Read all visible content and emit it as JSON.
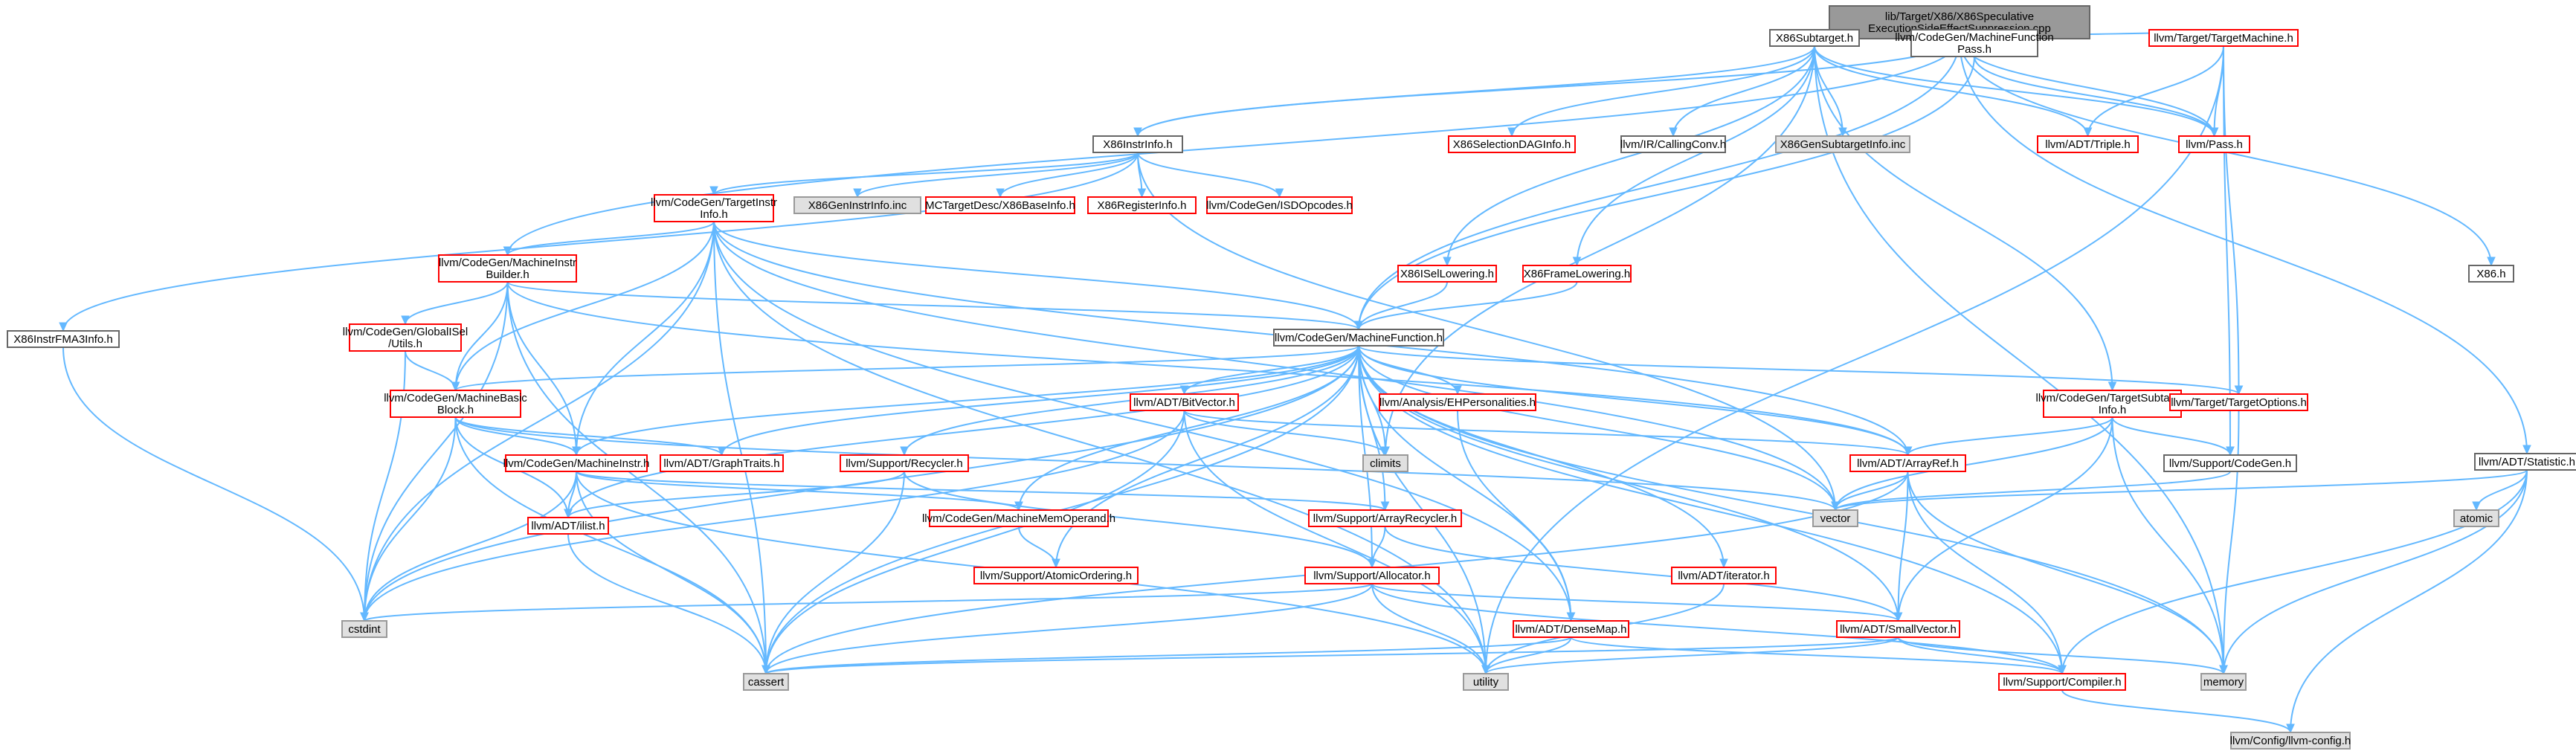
{
  "colors": {
    "edge": "#63b8ff",
    "root_fill": "#999999",
    "root_border": "#666666",
    "red_border": "#ff0000",
    "gray_fill": "#e0e0e0",
    "gray_border": "#999999",
    "plain_border": "#666666",
    "background": "#ffffff"
  },
  "nodes": {
    "root": {
      "lines": [
        "lib/Target/X86/X86Speculative",
        "ExecutionSideEffectSuppression.cpp"
      ],
      "style": "root"
    },
    "x86subtarget": {
      "lines": [
        "X86Subtarget.h"
      ],
      "style": "plain"
    },
    "mfpass": {
      "lines": [
        "llvm/CodeGen/MachineFunction",
        "Pass.h"
      ],
      "style": "plain"
    },
    "targetmachine": {
      "lines": [
        "llvm/Target/TargetMachine.h"
      ],
      "style": "red"
    },
    "x86instrinfo": {
      "lines": [
        "X86InstrInfo.h"
      ],
      "style": "plain"
    },
    "x86instrfma3": {
      "lines": [
        "X86InstrFMA3Info.h"
      ],
      "style": "plain"
    },
    "targetinstrinfo": {
      "lines": [
        "llvm/CodeGen/TargetInstr",
        "Info.h"
      ],
      "style": "red"
    },
    "x86geninstrinfo": {
      "lines": [
        "X86GenInstrInfo.inc"
      ],
      "style": "gray"
    },
    "mctarget": {
      "lines": [
        "MCTargetDesc/X86BaseInfo.h"
      ],
      "style": "red"
    },
    "x86reginfo": {
      "lines": [
        "X86RegisterInfo.h"
      ],
      "style": "red"
    },
    "isdopcodes": {
      "lines": [
        "llvm/CodeGen/ISDOpcodes.h"
      ],
      "style": "red"
    },
    "x86seldag": {
      "lines": [
        "X86SelectionDAGInfo.h"
      ],
      "style": "red"
    },
    "callingconv": {
      "lines": [
        "llvm/IR/CallingConv.h"
      ],
      "style": "plain"
    },
    "x86gensub": {
      "lines": [
        "X86GenSubtargetInfo.inc"
      ],
      "style": "gray"
    },
    "triple": {
      "lines": [
        "llvm/ADT/Triple.h"
      ],
      "style": "red"
    },
    "pass": {
      "lines": [
        "llvm/Pass.h"
      ],
      "style": "red"
    },
    "x86h": {
      "lines": [
        "X86.h"
      ],
      "style": "plain"
    },
    "mibuilder": {
      "lines": [
        "llvm/CodeGen/MachineInstr",
        "Builder.h"
      ],
      "style": "red"
    },
    "x86isel": {
      "lines": [
        "X86ISelLowering.h"
      ],
      "style": "red"
    },
    "x86frame": {
      "lines": [
        "X86FrameLowering.h"
      ],
      "style": "red"
    },
    "globalisel": {
      "lines": [
        "llvm/CodeGen/GlobalISel",
        "/Utils.h"
      ],
      "style": "red"
    },
    "machinefunction": {
      "lines": [
        "llvm/CodeGen/MachineFunction.h"
      ],
      "style": "plain"
    },
    "mbb": {
      "lines": [
        "llvm/CodeGen/MachineBasic",
        "Block.h"
      ],
      "style": "red"
    },
    "bitvector": {
      "lines": [
        "llvm/ADT/BitVector.h"
      ],
      "style": "red"
    },
    "ehpers": {
      "lines": [
        "llvm/Analysis/EHPersonalities.h"
      ],
      "style": "red"
    },
    "targetsubtarget": {
      "lines": [
        "llvm/CodeGen/TargetSubtarget",
        "Info.h"
      ],
      "style": "red"
    },
    "targetoptions": {
      "lines": [
        "llvm/Target/TargetOptions.h"
      ],
      "style": "red"
    },
    "statistic": {
      "lines": [
        "llvm/ADT/Statistic.h"
      ],
      "style": "plain"
    },
    "machineinstr": {
      "lines": [
        "llvm/CodeGen/MachineInstr.h"
      ],
      "style": "red"
    },
    "graphtraits": {
      "lines": [
        "llvm/ADT/GraphTraits.h"
      ],
      "style": "red"
    },
    "recycler": {
      "lines": [
        "llvm/Support/Recycler.h"
      ],
      "style": "red"
    },
    "climits": {
      "lines": [
        "climits"
      ],
      "style": "gray"
    },
    "arrayref": {
      "lines": [
        "llvm/ADT/ArrayRef.h"
      ],
      "style": "red"
    },
    "codegen": {
      "lines": [
        "llvm/Support/CodeGen.h"
      ],
      "style": "plain"
    },
    "vector": {
      "lines": [
        "vector"
      ],
      "style": "gray"
    },
    "atomic": {
      "lines": [
        "atomic"
      ],
      "style": "gray"
    },
    "ilist": {
      "lines": [
        "llvm/ADT/ilist.h"
      ],
      "style": "red"
    },
    "mmo": {
      "lines": [
        "llvm/CodeGen/MachineMemOperand.h"
      ],
      "style": "red"
    },
    "arrayrecycler": {
      "lines": [
        "llvm/Support/ArrayRecycler.h"
      ],
      "style": "red"
    },
    "atomicordering": {
      "lines": [
        "llvm/Support/AtomicOrdering.h"
      ],
      "style": "red"
    },
    "allocator": {
      "lines": [
        "llvm/Support/Allocator.h"
      ],
      "style": "red"
    },
    "iterator": {
      "lines": [
        "llvm/ADT/iterator.h"
      ],
      "style": "red"
    },
    "cstdint": {
      "lines": [
        "cstdint"
      ],
      "style": "gray"
    },
    "densemap": {
      "lines": [
        "llvm/ADT/DenseMap.h"
      ],
      "style": "red"
    },
    "smallvector": {
      "lines": [
        "llvm/ADT/SmallVector.h"
      ],
      "style": "red"
    },
    "cassert": {
      "lines": [
        "cassert"
      ],
      "style": "gray"
    },
    "utility": {
      "lines": [
        "utility"
      ],
      "style": "gray"
    },
    "compiler": {
      "lines": [
        "llvm/Support/Compiler.h"
      ],
      "style": "red"
    },
    "memory": {
      "lines": [
        "memory"
      ],
      "style": "gray"
    },
    "llvmconfig": {
      "lines": [
        "llvm/Config/llvm-config.h"
      ],
      "style": "gray"
    }
  },
  "edges": [
    [
      "root",
      "x86subtarget"
    ],
    [
      "root",
      "mfpass"
    ],
    [
      "root",
      "targetmachine"
    ],
    [
      "root",
      "x86instrinfo"
    ],
    [
      "root",
      "pass"
    ],
    [
      "root",
      "x86h"
    ],
    [
      "root",
      "mibuilder"
    ],
    [
      "root",
      "machinefunction"
    ],
    [
      "root",
      "statistic"
    ],
    [
      "x86subtarget",
      "x86instrinfo"
    ],
    [
      "x86subtarget",
      "x86seldag"
    ],
    [
      "x86subtarget",
      "callingconv"
    ],
    [
      "x86subtarget",
      "x86gensub"
    ],
    [
      "x86subtarget",
      "triple"
    ],
    [
      "x86subtarget",
      "pass"
    ],
    [
      "x86subtarget",
      "x86isel"
    ],
    [
      "x86subtarget",
      "x86frame"
    ],
    [
      "x86subtarget",
      "targetsubtarget"
    ],
    [
      "x86subtarget",
      "climits"
    ],
    [
      "x86subtarget",
      "memory"
    ],
    [
      "mfpass",
      "machinefunction"
    ],
    [
      "mfpass",
      "pass"
    ],
    [
      "targetmachine",
      "triple"
    ],
    [
      "targetmachine",
      "pass"
    ],
    [
      "targetmachine",
      "targetoptions"
    ],
    [
      "targetmachine",
      "codegen"
    ],
    [
      "targetmachine",
      "utility"
    ],
    [
      "x86instrinfo",
      "x86instrfma3"
    ],
    [
      "x86instrinfo",
      "targetinstrinfo"
    ],
    [
      "x86instrinfo",
      "x86geninstrinfo"
    ],
    [
      "x86instrinfo",
      "mctarget"
    ],
    [
      "x86instrinfo",
      "x86reginfo"
    ],
    [
      "x86instrinfo",
      "isdopcodes"
    ],
    [
      "x86instrinfo",
      "vector"
    ],
    [
      "x86instrfma3",
      "cstdint"
    ],
    [
      "targetinstrinfo",
      "mibuilder"
    ],
    [
      "targetinstrinfo",
      "machinefunction"
    ],
    [
      "targetinstrinfo",
      "mbb"
    ],
    [
      "targetinstrinfo",
      "machineinstr"
    ],
    [
      "targetinstrinfo",
      "arrayref"
    ],
    [
      "targetinstrinfo",
      "densemap"
    ],
    [
      "targetinstrinfo",
      "cstdint"
    ],
    [
      "targetinstrinfo",
      "cassert"
    ],
    [
      "targetinstrinfo",
      "utility"
    ],
    [
      "targetinstrinfo",
      "vector"
    ],
    [
      "mibuilder",
      "globalisel"
    ],
    [
      "mibuilder",
      "machinefunction"
    ],
    [
      "mibuilder",
      "mbb"
    ],
    [
      "mibuilder",
      "machineinstr"
    ],
    [
      "mibuilder",
      "arrayref"
    ],
    [
      "mibuilder",
      "cstdint"
    ],
    [
      "mibuilder",
      "cassert"
    ],
    [
      "x86isel",
      "machinefunction"
    ],
    [
      "x86frame",
      "machinefunction"
    ],
    [
      "globalisel",
      "mbb"
    ],
    [
      "globalisel",
      "cstdint"
    ],
    [
      "machinefunction",
      "mbb"
    ],
    [
      "machinefunction",
      "machineinstr"
    ],
    [
      "machinefunction",
      "bitvector"
    ],
    [
      "machinefunction",
      "ehpers"
    ],
    [
      "machinefunction",
      "graphtraits"
    ],
    [
      "machinefunction",
      "recycler"
    ],
    [
      "machinefunction",
      "arrayref"
    ],
    [
      "machinefunction",
      "ilist"
    ],
    [
      "machinefunction",
      "mmo"
    ],
    [
      "machinefunction",
      "arrayrecycler"
    ],
    [
      "machinefunction",
      "atomicordering"
    ],
    [
      "machinefunction",
      "allocator"
    ],
    [
      "machinefunction",
      "iterator"
    ],
    [
      "machinefunction",
      "densemap"
    ],
    [
      "machinefunction",
      "smallvector"
    ],
    [
      "machinefunction",
      "compiler"
    ],
    [
      "machinefunction",
      "targetoptions"
    ],
    [
      "machinefunction",
      "cassert"
    ],
    [
      "machinefunction",
      "cstdint"
    ],
    [
      "machinefunction",
      "memory"
    ],
    [
      "machinefunction",
      "utility"
    ],
    [
      "machinefunction",
      "vector"
    ],
    [
      "machinefunction",
      "climits"
    ],
    [
      "mbb",
      "machineinstr"
    ],
    [
      "mbb",
      "graphtraits"
    ],
    [
      "mbb",
      "ilist"
    ],
    [
      "mbb",
      "cstdint"
    ],
    [
      "mbb",
      "cassert"
    ],
    [
      "mbb",
      "vector"
    ],
    [
      "bitvector",
      "arrayref"
    ],
    [
      "bitvector",
      "climits"
    ],
    [
      "bitvector",
      "cassert"
    ],
    [
      "bitvector",
      "utility"
    ],
    [
      "bitvector",
      "cstdint"
    ],
    [
      "ehpers",
      "densemap"
    ],
    [
      "targetsubtarget",
      "arrayref"
    ],
    [
      "targetsubtarget",
      "smallvector"
    ],
    [
      "targetsubtarget",
      "codegen"
    ],
    [
      "targetsubtarget",
      "memory"
    ],
    [
      "targetsubtarget",
      "vector"
    ],
    [
      "targetoptions",
      "memory"
    ],
    [
      "statistic",
      "compiler"
    ],
    [
      "statistic",
      "llvmconfig"
    ],
    [
      "statistic",
      "atomic"
    ],
    [
      "statistic",
      "memory"
    ],
    [
      "statistic",
      "vector"
    ],
    [
      "machineinstr",
      "ilist"
    ],
    [
      "machineinstr",
      "mmo"
    ],
    [
      "machineinstr",
      "arrayrecycler"
    ],
    [
      "machineinstr",
      "cstdint"
    ],
    [
      "machineinstr",
      "cassert"
    ],
    [
      "machineinstr",
      "utility"
    ],
    [
      "recycler",
      "allocator"
    ],
    [
      "recycler",
      "cassert"
    ],
    [
      "recycler",
      "ilist"
    ],
    [
      "arrayref",
      "compiler"
    ],
    [
      "arrayref",
      "smallvector"
    ],
    [
      "arrayref",
      "vector"
    ],
    [
      "arrayref",
      "cassert"
    ],
    [
      "arrayref",
      "memory"
    ],
    [
      "codegen",
      "vector"
    ],
    [
      "ilist",
      "cassert"
    ],
    [
      "mmo",
      "atomicordering"
    ],
    [
      "arrayrecycler",
      "smallvector"
    ],
    [
      "arrayrecycler",
      "allocator"
    ],
    [
      "allocator",
      "compiler"
    ],
    [
      "allocator",
      "cstdint"
    ],
    [
      "allocator",
      "cassert"
    ],
    [
      "allocator",
      "utility"
    ],
    [
      "allocator",
      "smallvector"
    ],
    [
      "iterator",
      "utility"
    ],
    [
      "densemap",
      "compiler"
    ],
    [
      "densemap",
      "cassert"
    ],
    [
      "densemap",
      "utility"
    ],
    [
      "smallvector",
      "compiler"
    ],
    [
      "smallvector",
      "cassert"
    ],
    [
      "smallvector",
      "utility"
    ],
    [
      "smallvector",
      "memory"
    ],
    [
      "compiler",
      "llvmconfig"
    ]
  ]
}
